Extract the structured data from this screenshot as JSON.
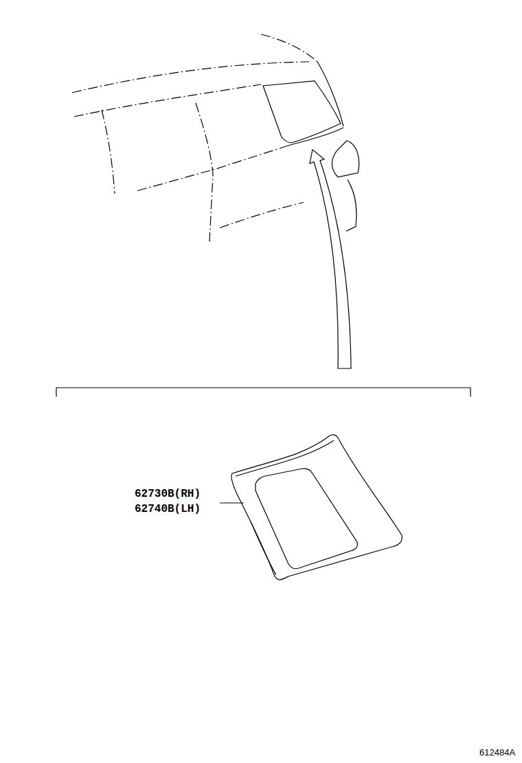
{
  "diagram": {
    "labels": [
      "62730B(RH)",
      "62740B(LH)",
      "612484A"
    ]
  }
}
